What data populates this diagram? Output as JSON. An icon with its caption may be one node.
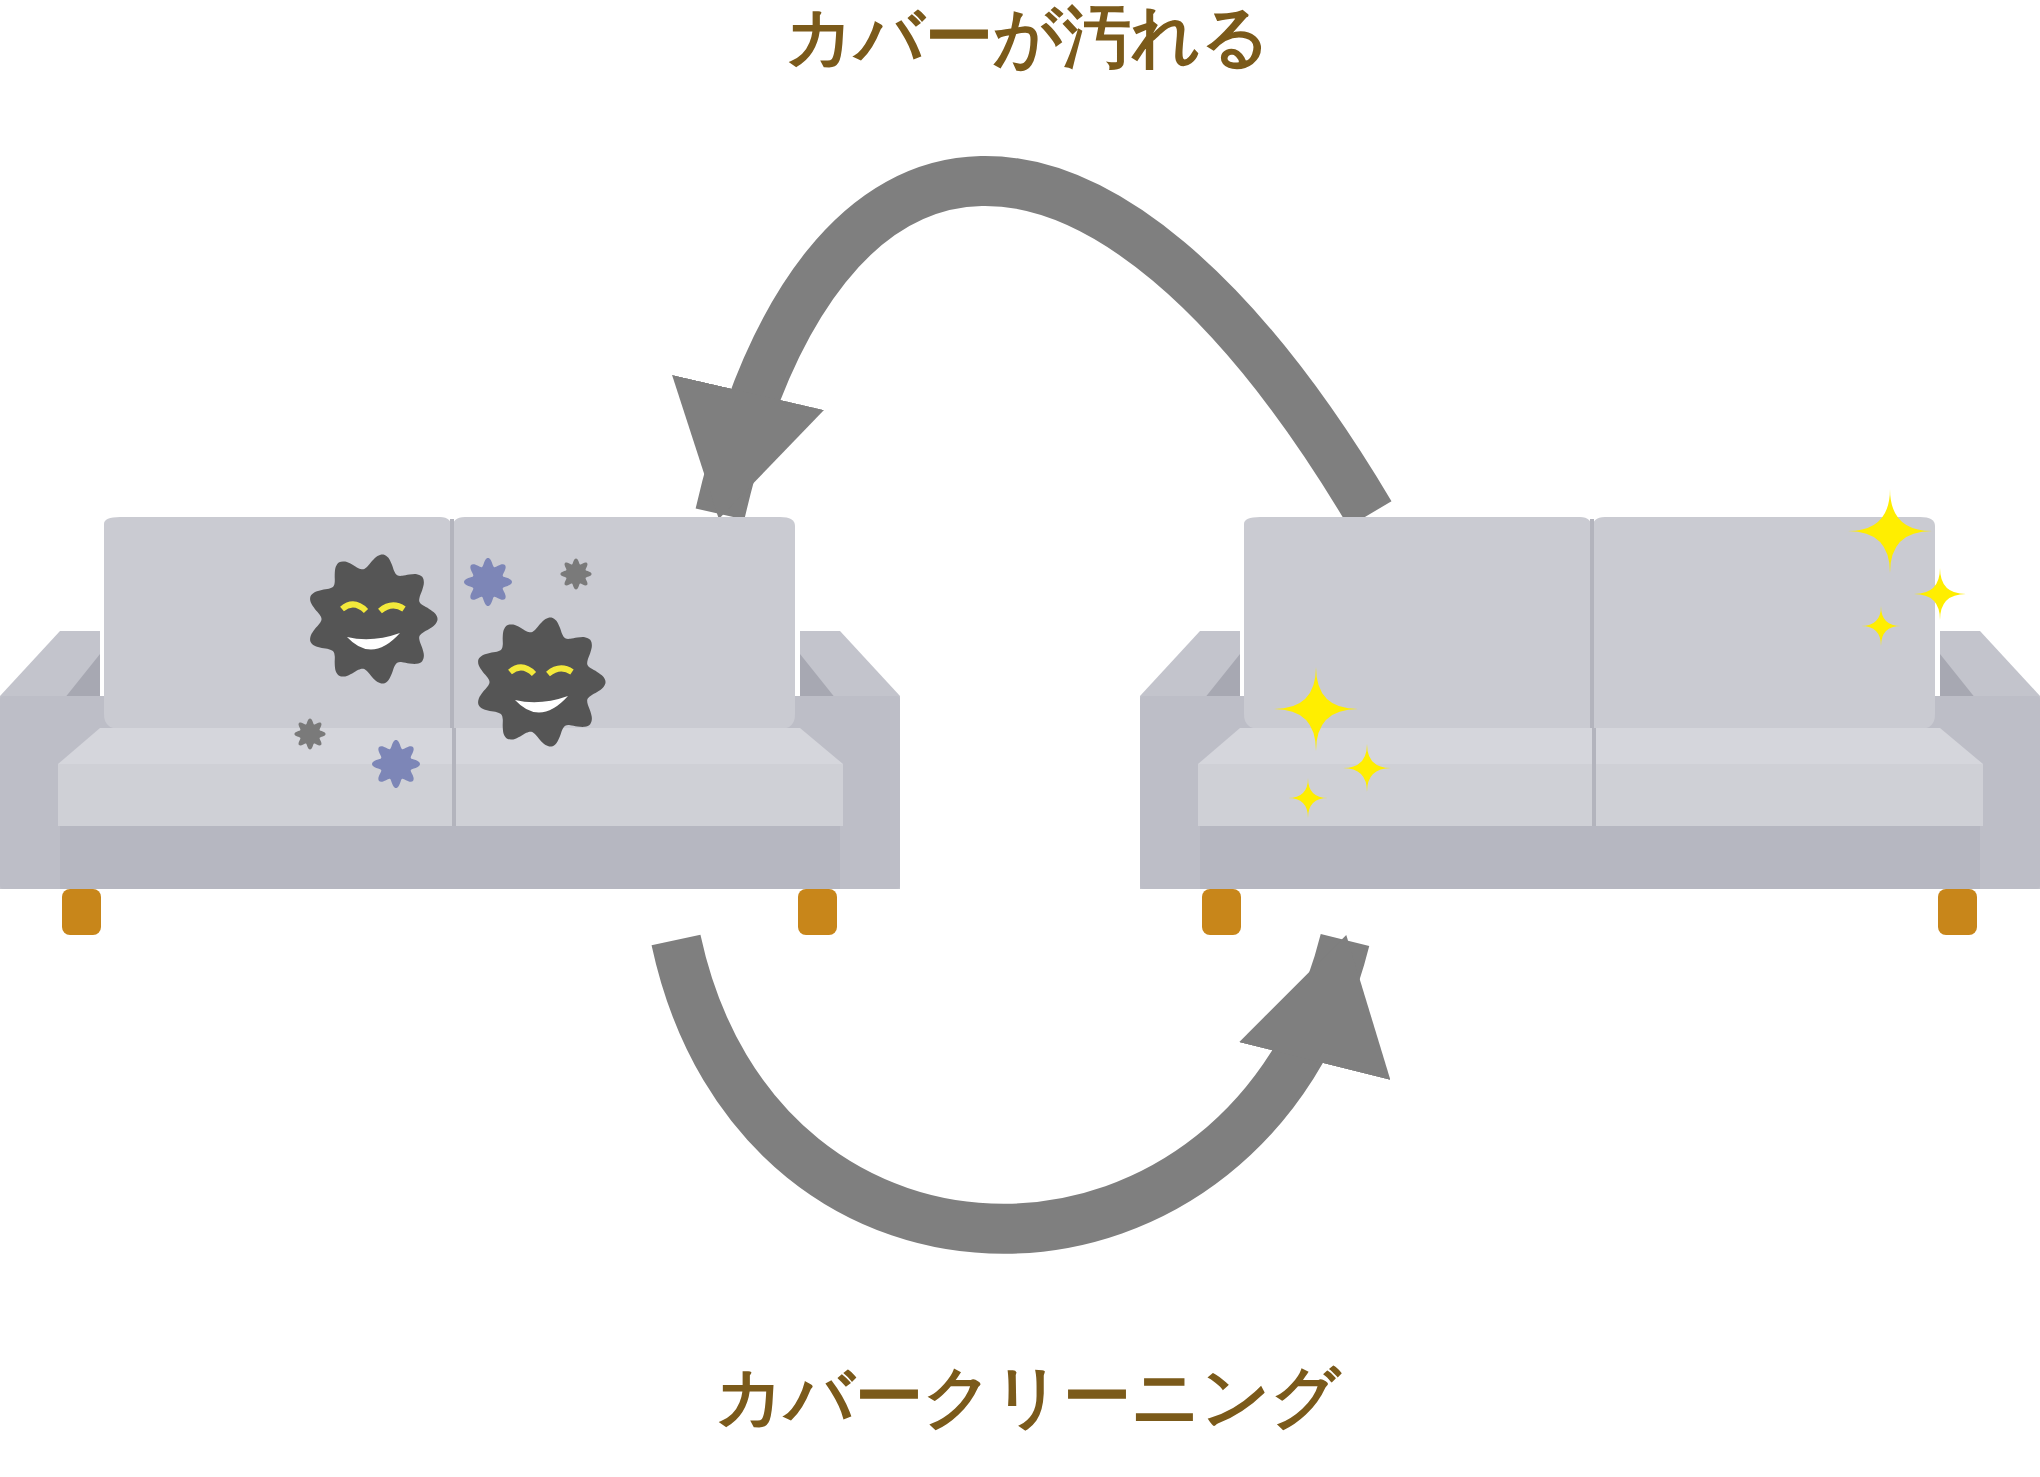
{
  "diagram": {
    "nodes": [
      {
        "text": [],
        "shape": "picture"
      },
      {
        "text": [],
        "shape": "picture"
      }
    ],
    "edges": [
      {
        "from": 1,
        "to": 0,
        "arrow": "to"
      },
      {
        "from": 0,
        "to": 1,
        "arrow": "to"
      }
    ],
    "labels": [
      "カバーが汚れる",
      "カバークリーニング"
    ]
  }
}
